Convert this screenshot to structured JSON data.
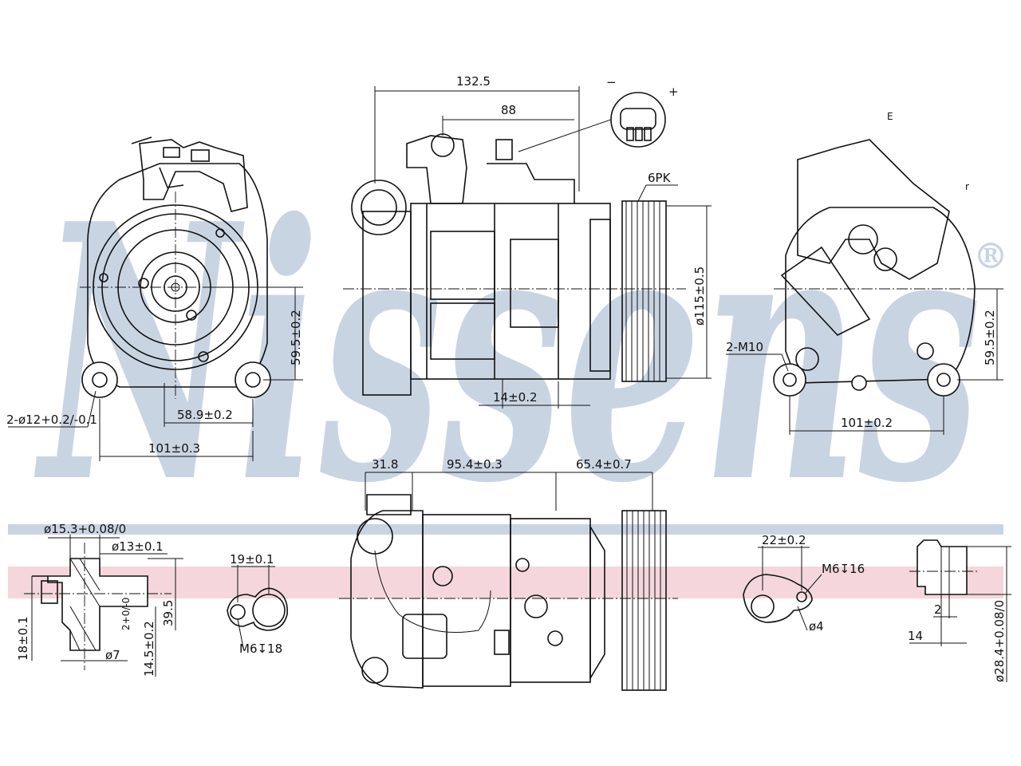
{
  "brand": {
    "watermark": "Nissens",
    "registered_mark": "®",
    "watermark_color": "#c9d4e3",
    "band_blue_color": "#c9d4e3",
    "band_pink_color": "#f4d6dc"
  },
  "dimensions": {
    "overall_length": "132.5",
    "mount_to_clutch": "88",
    "belt_type": "6PK",
    "pulley_diameter": "ø115±0.5",
    "pulley_offset": "14±0.2",
    "front_height": "59.5±0.2",
    "front_half_width": "58.9±0.2",
    "front_bolt_spacing": "101±0.3",
    "front_holes": "2-ø12+0.2/-0.1",
    "rear_height": "59.5±0.2",
    "rear_bolt_spacing": "101±0.2",
    "rear_threads": "2-M10",
    "side_a": "31.8",
    "side_b": "95.4±0.3",
    "side_c": "65.4±0.7",
    "port_dia": "ø15.3+0.08/0",
    "port_inner_dia": "ø13±0.1",
    "port_depth_a": "2+0/-0",
    "port_depth_b": "14.5±0.2",
    "port_height": "39.5",
    "port_base": "18±0.1",
    "port_small_dia": "ø7",
    "flange1_dist": "19±0.1",
    "flange1_thread": "M6↧18",
    "flange2_dist": "22±0.2",
    "flange2_thread": "M6↧16",
    "flange2_hole": "ø4",
    "plug_width": "2",
    "plug_len": "14",
    "plug_dia": "ø28.4+0.08/0"
  },
  "connector": {
    "minus": "−",
    "plus": "+",
    "rear_mark_e": "E",
    "rear_mark_r": "r"
  }
}
